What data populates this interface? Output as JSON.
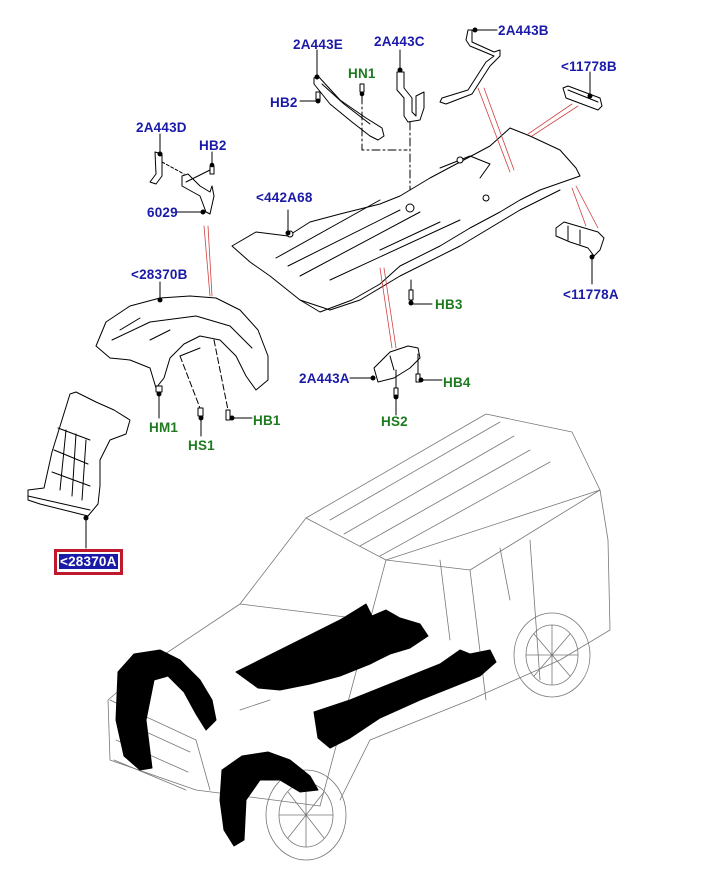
{
  "diagram": {
    "title": "Underbody and wheel arch liner parts",
    "colors": {
      "part_number_label": "#1a1aa8",
      "fastener_label": "#1e7a1e",
      "highlight_border": "#c0182c",
      "leader_line": "#000000",
      "explode_line": "#d04040"
    },
    "labels": {
      "p2A443E": "2A443E",
      "p2A443C": "2A443C",
      "p2A443B": "2A443B",
      "hn1": "HN1",
      "hb2_top": "HB2",
      "p11778B": "<11778B",
      "p2A443D": "2A443D",
      "hb2_left": "HB2",
      "p6029": "6029",
      "p442A68": "<442A68",
      "p11778A": "<11778A",
      "p28370B": "<28370B",
      "hb3": "HB3",
      "p2A443A": "2A443A",
      "hb4": "HB4",
      "hm1": "HM1",
      "hb1": "HB1",
      "hs1": "HS1",
      "hs2": "HS2",
      "p28370A": "<28370A"
    },
    "highlighted_part": "<28370A"
  }
}
